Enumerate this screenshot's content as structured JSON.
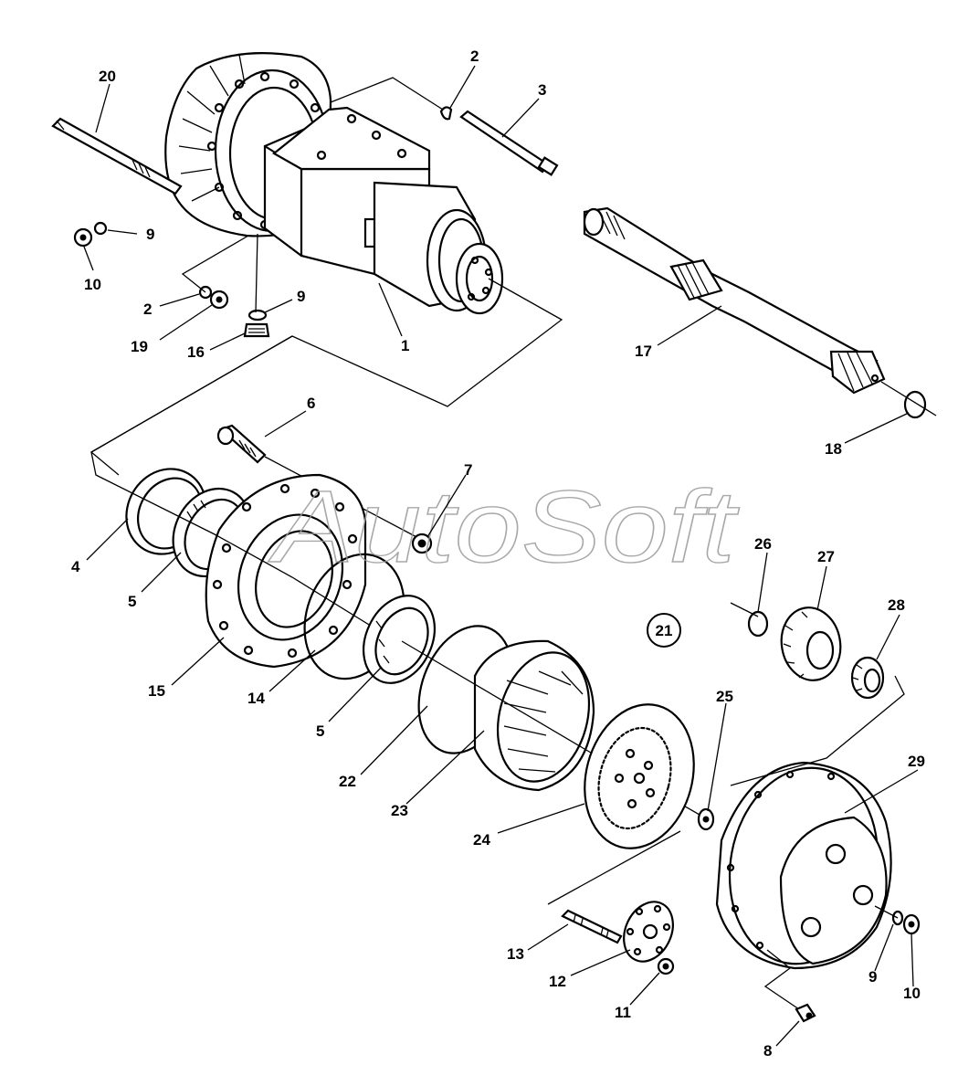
{
  "watermark": "AutoSoft",
  "callout": "21",
  "labels": {
    "p1": "1",
    "p2a": "2",
    "p2b": "2",
    "p3": "3",
    "p4": "4",
    "p5a": "5",
    "p5b": "5",
    "p6": "6",
    "p7": "7",
    "p8": "8",
    "p9a": "9",
    "p9b": "9",
    "p9c": "9",
    "p10a": "10",
    "p10b": "10",
    "p11": "11",
    "p12": "12",
    "p13": "13",
    "p14": "14",
    "p15": "15",
    "p16": "16",
    "p17": "17",
    "p18": "18",
    "p19": "19",
    "p20": "20",
    "p22": "22",
    "p23": "23",
    "p24": "24",
    "p25": "25",
    "p26": "26",
    "p27": "27",
    "p28": "28",
    "p29": "29"
  }
}
